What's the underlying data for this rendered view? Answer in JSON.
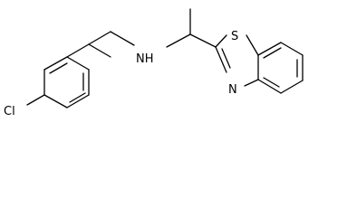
{
  "molecule": {
    "atoms": {
      "chlorine": "Cl",
      "amine": "NH",
      "thiazole_sulfur": "S",
      "thiazole_nitrogen": "N"
    }
  }
}
